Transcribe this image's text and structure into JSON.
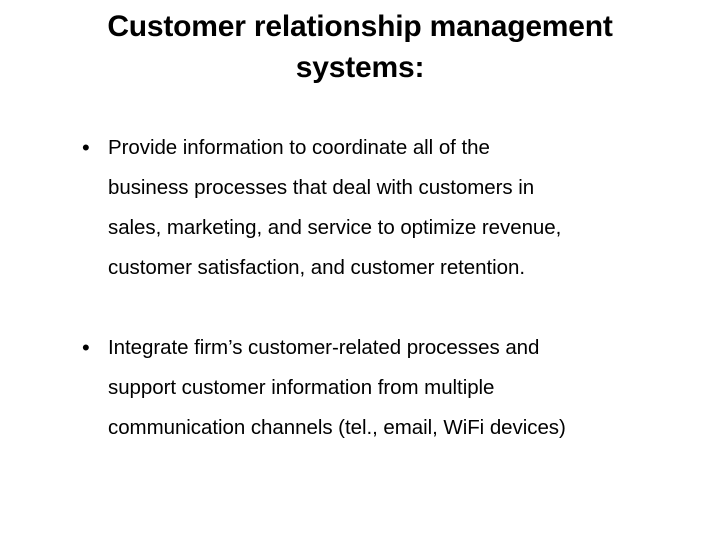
{
  "slide": {
    "background_color": "#ffffff",
    "text_color": "#000000",
    "title": {
      "full_text": "Customer relationship management systems:",
      "lines": [
        "Customer relationship management",
        "systems:"
      ]
    },
    "bullets": [
      {
        "marker": "•",
        "full_text": "Provide information to coordinate all of the business processes that deal with customers in sales, marketing, and service to optimize revenue, customer satisfaction, and customer retention.",
        "lines": [
          "Provide information to coordinate all of the",
          "business processes that deal with customers in",
          "sales, marketing, and service to optimize revenue,",
          "customer satisfaction, and customer retention."
        ]
      },
      {
        "marker": "•",
        "full_text": "Integrate firm’s customer-related processes and support customer information from multiple communication channels (tel., email, WiFi devices)",
        "lines": [
          "Integrate firm’s customer-related processes and",
          "support customer information from multiple",
          "communication channels (tel., email, WiFi devices)"
        ]
      }
    ]
  }
}
